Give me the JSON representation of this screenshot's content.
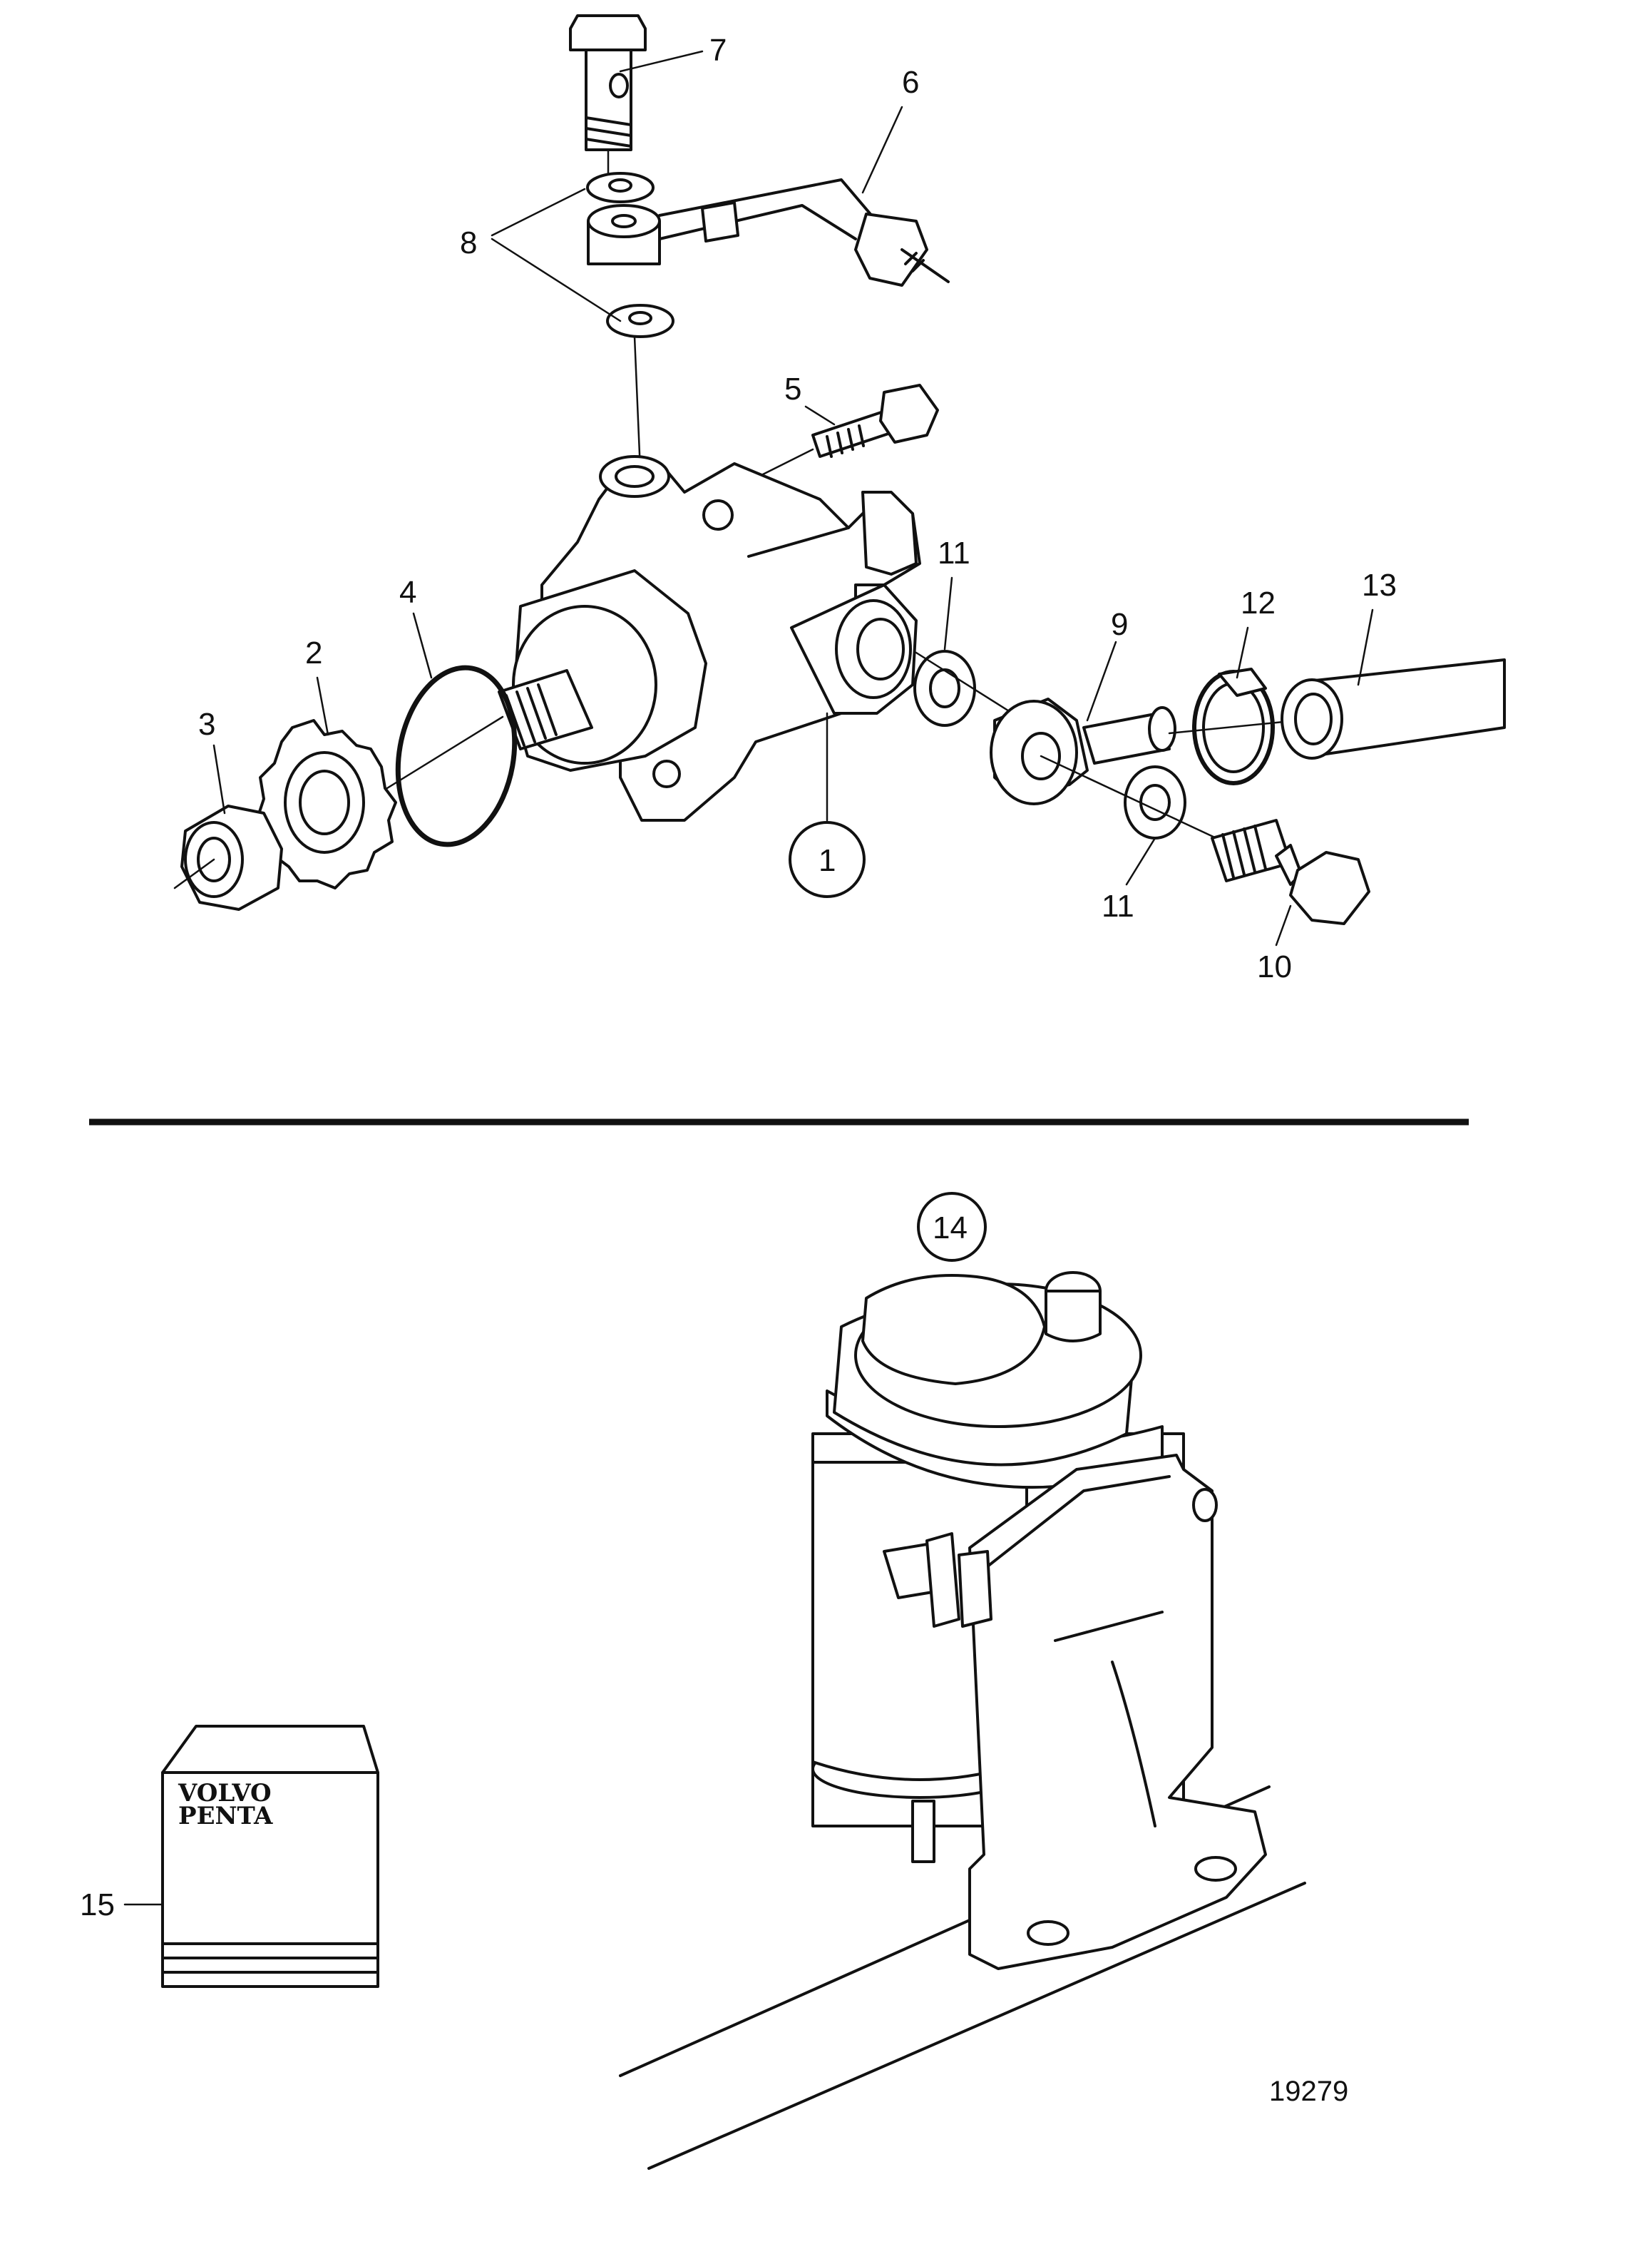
{
  "callouts": {
    "c1": "1",
    "c2": "2",
    "c3": "3",
    "c4": "4",
    "c5": "5",
    "c6": "6",
    "c7": "7",
    "c8": "8",
    "c9": "9",
    "c10": "10",
    "c11a": "11",
    "c11b": "11",
    "c12": "12",
    "c13": "13",
    "c14": "14",
    "c15": "15"
  },
  "manual": {
    "brand_line1": "VOLVO",
    "brand_line2": "PENTA"
  },
  "figure_number": "19279",
  "colors": {
    "ink": "#111111",
    "paper": "#ffffff"
  }
}
